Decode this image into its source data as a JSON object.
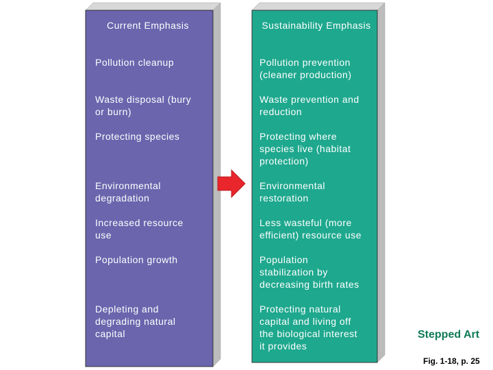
{
  "colors": {
    "left_box": "#6a65ad",
    "left_box_top": "#d8d8d8",
    "left_box_side": "#bcbcbc",
    "right_box": "#1ea88e",
    "right_box_top": "#d8d8d8",
    "right_box_side": "#bcbcbc",
    "arrow": "#e8262b",
    "stepped_art": "#0f7a54"
  },
  "left_column": {
    "header": "Current\nEmphasis",
    "items": [
      "Pollution cleanup",
      "Waste disposal (bury\nor burn)",
      "Protecting species",
      "Environmental\ndegradation",
      "Increased resource\nuse",
      "Population growth",
      "Depleting and\ndegrading natural\ncapital"
    ]
  },
  "right_column": {
    "header": "Sustainability\nEmphasis",
    "items": [
      "Pollution prevention\n(cleaner production)",
      "Waste prevention and\nreduction",
      "Protecting where\nspecies live (habitat\nprotection)",
      "Environmental\nrestoration",
      "Less wasteful (more\nefficient) resource use",
      "Population\nstabilization by\ndecreasing birth rates",
      "Protecting natural\ncapital and living off\nthe biological interest\nit provides"
    ]
  },
  "arrow_icon": "right-arrow-icon",
  "stepped_art_label": "Stepped Art",
  "figure_reference": "Fig. 1-18, p. 25"
}
